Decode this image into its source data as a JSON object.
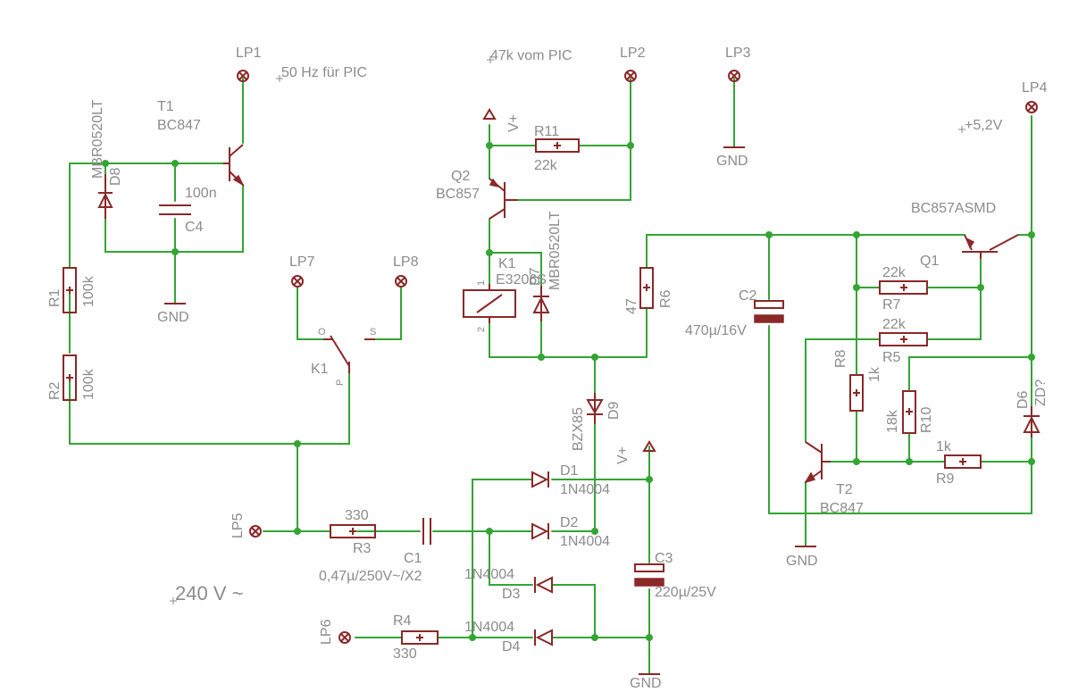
{
  "notes": {
    "pic50": "50 Hz für PIC",
    "pic47k": "47k vom PIC",
    "v52": "+5,2V",
    "mains": "240 V ~"
  },
  "testpoints": {
    "lp1": "LP1",
    "lp2": "LP2",
    "lp3": "LP3",
    "lp4": "LP4",
    "lp5": "LP5",
    "lp6": "LP6",
    "lp7": "LP7",
    "lp8": "LP8"
  },
  "supplies": {
    "gnd": "GND",
    "vplus": "V+"
  },
  "parts": {
    "t1": {
      "name": "T1",
      "value": "BC847"
    },
    "t2": {
      "name": "T2",
      "value": "BC847"
    },
    "q1": {
      "name": "Q1",
      "value": "BC857ASMD"
    },
    "q2": {
      "name": "Q2",
      "value": "BC857"
    },
    "d8": {
      "name": "D8",
      "value": "MBR0520LT"
    },
    "d7": {
      "name": "D7",
      "value": "MBR0520LT"
    },
    "d9": {
      "name": "D9",
      "value": "BZX85"
    },
    "d1": {
      "name": "D1",
      "value": "1N4004"
    },
    "d2": {
      "name": "D2",
      "value": "1N4004"
    },
    "d3": {
      "name": "D3",
      "value": "1N4004"
    },
    "d4": {
      "name": "D4",
      "value": "1N4004"
    },
    "d6": {
      "name": "D6",
      "value": "ZD?"
    },
    "c1": {
      "name": "C1",
      "value": "0,47µ/250V~/X2"
    },
    "c2": {
      "name": "C2",
      "value": "470µ/16V"
    },
    "c3": {
      "name": "C3",
      "value": "220µ/25V"
    },
    "c4": {
      "name": "C4",
      "value": "100n"
    },
    "r1": {
      "name": "R1",
      "value": "100k"
    },
    "r2": {
      "name": "R2",
      "value": "100k"
    },
    "r3": {
      "name": "R3",
      "value": "330"
    },
    "r4": {
      "name": "R4",
      "value": "330"
    },
    "r5": {
      "name": "R5",
      "value": "22k"
    },
    "r6": {
      "name": "R6",
      "value": "47"
    },
    "r7": {
      "name": "R7",
      "value": "22k"
    },
    "r8": {
      "name": "R8",
      "value": "1k"
    },
    "r9": {
      "name": "R9",
      "value": "1k"
    },
    "r10": {
      "name": "R10",
      "value": "18k"
    },
    "r11": {
      "name": "R11",
      "value": "22k"
    },
    "k1": {
      "name": "K1",
      "value": "E3206S"
    }
  },
  "relay_contact": {
    "name": "K1",
    "o": "O",
    "s": "S",
    "p": "P"
  },
  "relay_pins": {
    "p1": "1",
    "p2": "2"
  },
  "colors": {
    "wire": "#33a533",
    "symbol": "#8b2828",
    "text": "#8c8c8c",
    "background": "#ffffff"
  }
}
